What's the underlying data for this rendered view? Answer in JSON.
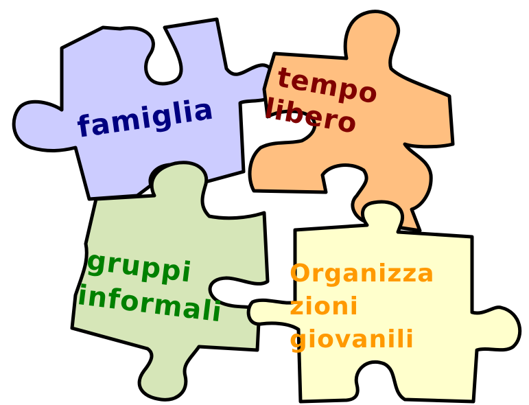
{
  "pieces": [
    {
      "id": "famiglia",
      "lines": [
        "famiglia"
      ],
      "fill": "#ccccff",
      "text_color": "#000080"
    },
    {
      "id": "tempo-libero",
      "lines": [
        "tempo",
        "libero"
      ],
      "fill": "#ffbf80",
      "text_color": "#800000"
    },
    {
      "id": "gruppi-informali",
      "lines": [
        "gruppi",
        "informali"
      ],
      "fill": "#d6e6b8",
      "text_color": "#008000"
    },
    {
      "id": "organizzazioni-giovanili",
      "lines": [
        "Organizza",
        "zioni",
        "giovanili"
      ],
      "fill": "#ffffcc",
      "text_color": "#ff9900"
    }
  ]
}
